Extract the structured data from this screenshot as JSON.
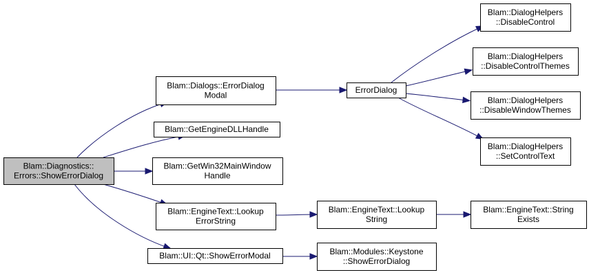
{
  "diagram": {
    "type": "call-graph",
    "nodes": [
      {
        "id": "show_error_dialog",
        "lines": [
          "Blam::Diagnostics::",
          "Errors::ShowErrorDialog"
        ],
        "highlighted": true
      },
      {
        "id": "error_dialog_modal",
        "lines": [
          "Blam::Dialogs::ErrorDialog",
          "Modal"
        ]
      },
      {
        "id": "get_engine_dll_handle",
        "lines": [
          "Blam::GetEngineDLLHandle"
        ]
      },
      {
        "id": "get_win32_main_window_handle",
        "lines": [
          "Blam::GetWin32MainWindow",
          "Handle"
        ]
      },
      {
        "id": "lookup_error_string",
        "lines": [
          "Blam::EngineText::Lookup",
          "ErrorString"
        ]
      },
      {
        "id": "show_error_modal",
        "lines": [
          "Blam::UI::Qt::ShowErrorModal"
        ]
      },
      {
        "id": "error_dialog",
        "lines": [
          "ErrorDialog"
        ]
      },
      {
        "id": "lookup_string",
        "lines": [
          "Blam::EngineText::Lookup",
          "String"
        ]
      },
      {
        "id": "keystone_show_error_dialog",
        "lines": [
          "Blam::Modules::Keystone",
          "::ShowErrorDialog"
        ]
      },
      {
        "id": "disable_control",
        "lines": [
          "Blam::DialogHelpers",
          "::DisableControl"
        ]
      },
      {
        "id": "disable_control_themes",
        "lines": [
          "Blam::DialogHelpers",
          "::DisableControlThemes"
        ]
      },
      {
        "id": "disable_window_themes",
        "lines": [
          "Blam::DialogHelpers",
          "::DisableWindowThemes"
        ]
      },
      {
        "id": "set_control_text",
        "lines": [
          "Blam::DialogHelpers",
          "::SetControlText"
        ]
      },
      {
        "id": "string_exists",
        "lines": [
          "Blam::EngineText::String",
          "Exists"
        ]
      }
    ],
    "edges": [
      {
        "from": "show_error_dialog",
        "to": "error_dialog_modal"
      },
      {
        "from": "show_error_dialog",
        "to": "get_engine_dll_handle"
      },
      {
        "from": "show_error_dialog",
        "to": "get_win32_main_window_handle"
      },
      {
        "from": "show_error_dialog",
        "to": "lookup_error_string"
      },
      {
        "from": "show_error_dialog",
        "to": "show_error_modal"
      },
      {
        "from": "error_dialog_modal",
        "to": "error_dialog"
      },
      {
        "from": "error_dialog",
        "to": "disable_control"
      },
      {
        "from": "error_dialog",
        "to": "disable_control_themes"
      },
      {
        "from": "error_dialog",
        "to": "disable_window_themes"
      },
      {
        "from": "error_dialog",
        "to": "set_control_text"
      },
      {
        "from": "lookup_error_string",
        "to": "lookup_string"
      },
      {
        "from": "lookup_string",
        "to": "string_exists"
      },
      {
        "from": "show_error_modal",
        "to": "keystone_show_error_dialog"
      }
    ],
    "colors": {
      "edge": "#191970",
      "highlighted_node_fill": "#bfbfbf",
      "node_fill": "#ffffff",
      "node_border": "#000000"
    }
  }
}
